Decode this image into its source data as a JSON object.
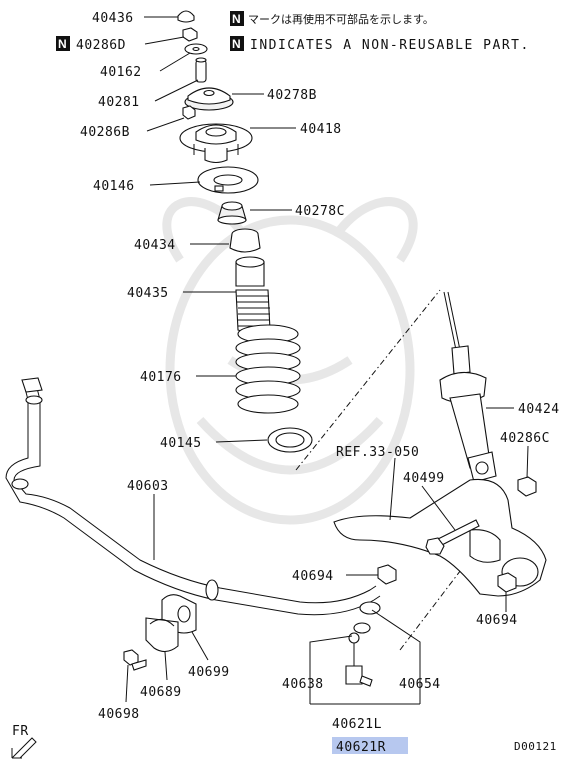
{
  "notes": {
    "badge": "N",
    "jp": "マークは再使用不可部品を示します。",
    "en": "INDICATES A NON-REUSABLE PART."
  },
  "colors": {
    "highlight": "#b7c8ef",
    "line": "#111111",
    "watermark": "#e7e7e7"
  },
  "labels": {
    "p40436": "40436",
    "p40286D": "40286D",
    "p40162": "40162",
    "p40281": "40281",
    "p40278B": "40278B",
    "p40286B": "40286B",
    "p40418": "40418",
    "p40146": "40146",
    "p40278C": "40278C",
    "p40434": "40434",
    "p40435": "40435",
    "p40176": "40176",
    "p40145": "40145",
    "p40424": "40424",
    "p40286C": "40286C",
    "ref": "REF.33-050",
    "p40499": "40499",
    "p40603": "40603",
    "p40694a": "40694",
    "p40694b": "40694",
    "p40699": "40699",
    "p40689": "40689",
    "p40698": "40698",
    "p40638": "40638",
    "p40654": "40654",
    "p40621L": "40621L",
    "p40621R": "40621R",
    "fr": "FR",
    "code": "D00121"
  }
}
